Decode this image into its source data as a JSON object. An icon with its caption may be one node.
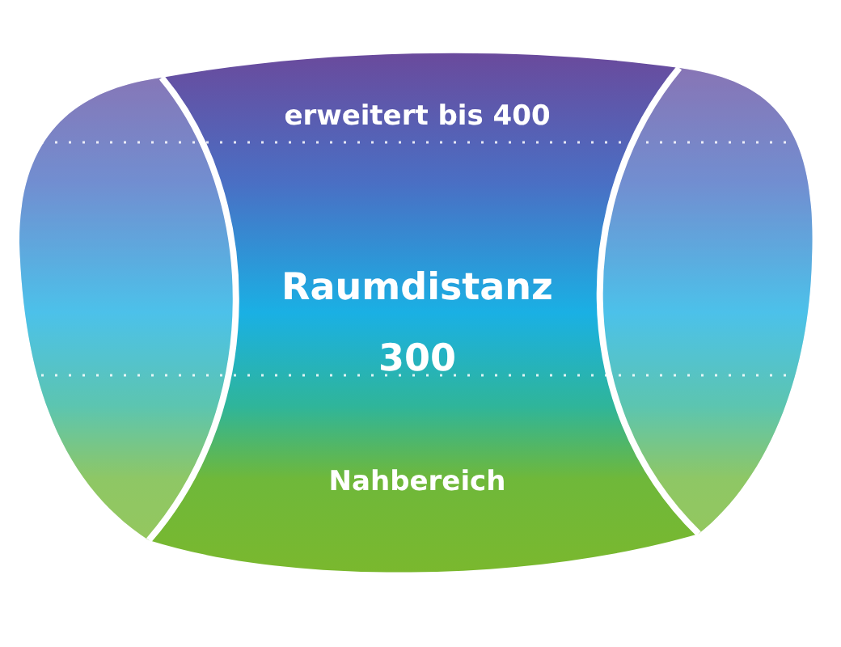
{
  "diagram": {
    "labels": [
      "erweitert bis 400",
      "Raumdistanz 300",
      "Nahbereich"
    ]
  }
}
